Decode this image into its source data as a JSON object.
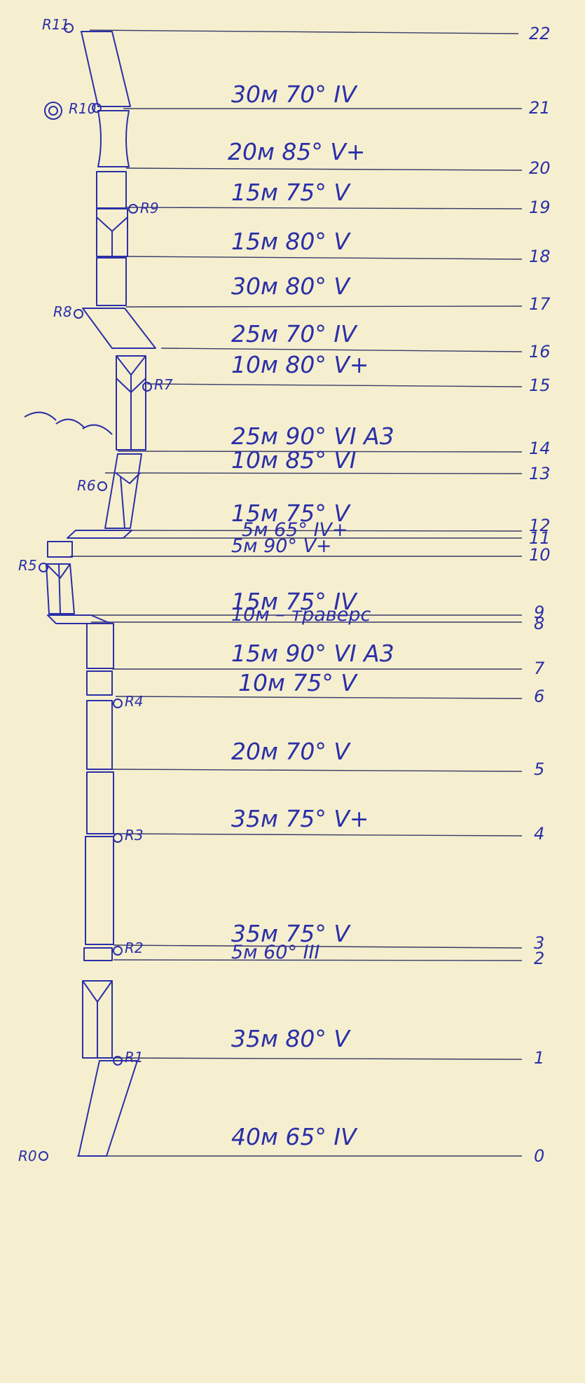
{
  "pitches": [
    {
      "number": "0",
      "label": ""
    },
    {
      "number": "1",
      "label": "40м 65° IV"
    },
    {
      "number": "2",
      "label": "35м 80° V"
    },
    {
      "number": "3",
      "label": "5м 60° III"
    },
    {
      "number": "4",
      "label": "35м 75° V"
    },
    {
      "number": "5",
      "label": "35м 75° V+"
    },
    {
      "number": "6",
      "label": "20м 70° V"
    },
    {
      "number": "7",
      "label": "10м 75° V"
    },
    {
      "number": "8",
      "label": "15м 90° VI A3"
    },
    {
      "number": "9",
      "label": "10м – траверс"
    },
    {
      "number": "10",
      "label": "15м 75° IV"
    },
    {
      "number": "11",
      "label": "5м 90° V+"
    },
    {
      "number": "12",
      "label": "5м 65° IV+"
    },
    {
      "number": "13",
      "label": "15м 75° V"
    },
    {
      "number": "14",
      "label": "10м 85° VI"
    },
    {
      "number": "15",
      "label": "25м 90° VI A3"
    },
    {
      "number": "16",
      "label": "10м 80° V+"
    },
    {
      "number": "17",
      "label": "25м 70° IV"
    },
    {
      "number": "18",
      "label": "30м 80° V"
    },
    {
      "number": "19",
      "label": "15м 80° V"
    },
    {
      "number": "20",
      "label": "15м 75° V"
    },
    {
      "number": "21",
      "label": "20м 85° V+"
    },
    {
      "number": "22",
      "label": "30м 70° IV"
    }
  ],
  "anchors": [
    "R0",
    "R1",
    "R2",
    "R3",
    "R4",
    "R5",
    "R6",
    "R7",
    "R8",
    "R9",
    "R10",
    "R11"
  ],
  "colors": {
    "paper": "#f5efcf",
    "ink": "#2b2fa8",
    "rule": "#3a3a6a"
  }
}
